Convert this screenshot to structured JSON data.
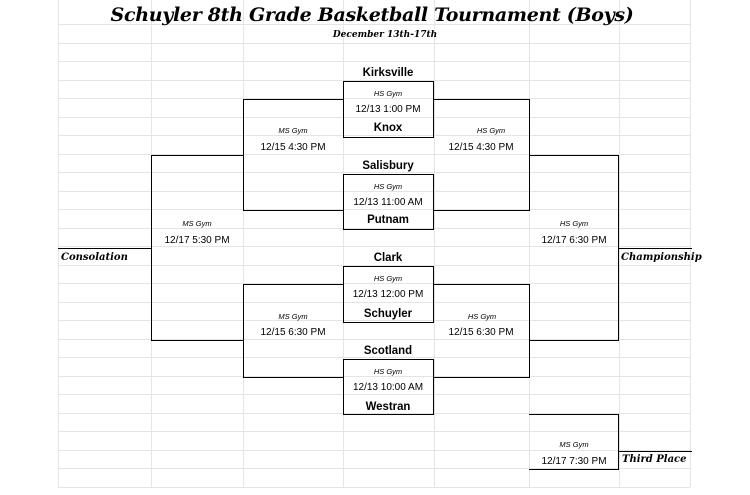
{
  "header": {
    "title": "Schuyler 8th Grade Basketball Tournament (Boys)",
    "dates": "December 13th-17th"
  },
  "first_round": [
    {
      "top_team": "Kirksville",
      "venue": "HS Gym",
      "time": "12/13 1:00 PM",
      "bottom_team": "Knox"
    },
    {
      "top_team": "Salisbury",
      "venue": "HS Gym",
      "time": "12/13 11:00 AM",
      "bottom_team": "Putnam"
    },
    {
      "top_team": "Clark",
      "venue": "HS Gym",
      "time": "12/13 12:00 PM",
      "bottom_team": "Schuyler"
    },
    {
      "top_team": "Scotland",
      "venue": "HS Gym",
      "time": "12/13 10:00 AM",
      "bottom_team": "Westran"
    }
  ],
  "second_round": {
    "left_top": {
      "venue": "MS Gym",
      "time": "12/15 4:30 PM"
    },
    "right_top": {
      "venue": "HS Gym",
      "time": "12/15 4:30 PM"
    },
    "left_bottom": {
      "venue": "MS Gym",
      "time": "12/15 6:30 PM"
    },
    "right_bottom": {
      "venue": "HS Gym",
      "time": "12/15 6:30 PM"
    }
  },
  "finals": {
    "consolation": {
      "label": "Consolation",
      "venue": "MS Gym",
      "time": "12/17 5:30 PM"
    },
    "championship": {
      "label": "Championship",
      "venue": "HS Gym",
      "time": "12/17 6:30 PM"
    },
    "third_place": {
      "label": "Third Place",
      "venue": "MS Gym",
      "time": "12/17 7:30 PM"
    }
  }
}
